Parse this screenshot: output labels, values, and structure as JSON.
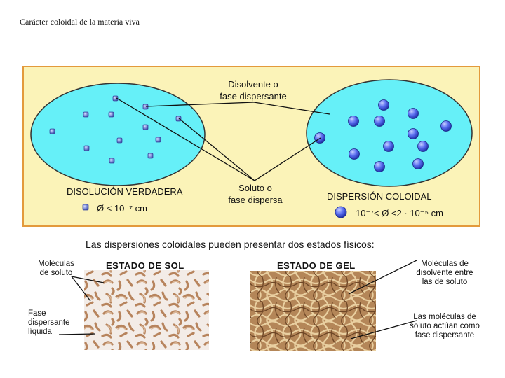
{
  "title": "Carácter coloidal de la materia viva",
  "top_diagram": {
    "solvent_label_1": "Disolvente o",
    "solvent_label_2": "fase dispersante",
    "solute_label_1": "Soluto o",
    "solute_label_2": "fase dispersa",
    "left_label": "DISOLUCIÓN VERDADERA",
    "right_label": "DISPERSIÓN COLOIDAL",
    "left_size": "Ø < 10⁻⁷ cm",
    "right_size": "10⁻⁷< Ø <2 · 10⁻⁵ cm"
  },
  "subtitle": "Las dispersiones coloidales pueden presentar dos estados físicos:",
  "bottom": {
    "sol_heading": "ESTADO DE SOL",
    "gel_heading": "ESTADO DE GEL",
    "left_label_1_line1": "Moléculas",
    "left_label_1_line2": "de soluto",
    "left_label_2_line1": "Fase",
    "left_label_2_line2": "dispersante",
    "left_label_2_line3": "líquida",
    "right_label_1_line1": "Moléculas de",
    "right_label_1_line2": "disolvente entre",
    "right_label_1_line3": "las de soluto",
    "right_label_2_line1": "Las moléculas de",
    "right_label_2_line2": "soluto actúan como",
    "right_label_2_line3": "fase dispersante"
  },
  "colors": {
    "panel_bg": "#fbf3b8",
    "panel_border": "#e39a3c",
    "ellipse_fill": "#66f0f8",
    "small_particle": "#7788cc",
    "large_particle": "#4a5ed8",
    "sol_bg": "#f2ebe6",
    "gel_bg": "#b98c5a"
  }
}
